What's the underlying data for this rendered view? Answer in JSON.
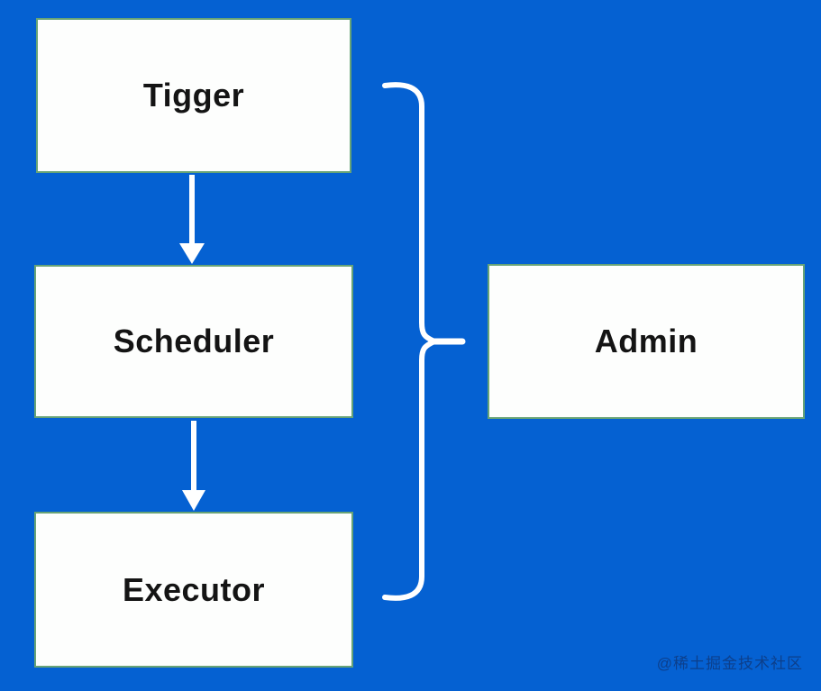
{
  "diagram": {
    "background_color": "#0561d2",
    "box_fill_color": "#fdfefd",
    "box_border_color": "#67a376",
    "connector_color": "#ffffff",
    "text_color": "#141414",
    "nodes": [
      {
        "id": "tigger",
        "label": "Tigger"
      },
      {
        "id": "scheduler",
        "label": "Scheduler"
      },
      {
        "id": "executor",
        "label": "Executor"
      },
      {
        "id": "admin",
        "label": "Admin"
      }
    ],
    "edges": [
      {
        "from": "tigger",
        "to": "scheduler",
        "type": "arrow"
      },
      {
        "from": "scheduler",
        "to": "executor",
        "type": "arrow"
      },
      {
        "from": "tigger+scheduler+executor",
        "to": "admin",
        "type": "brace"
      }
    ],
    "watermark": "@稀土掘金技术社区"
  }
}
